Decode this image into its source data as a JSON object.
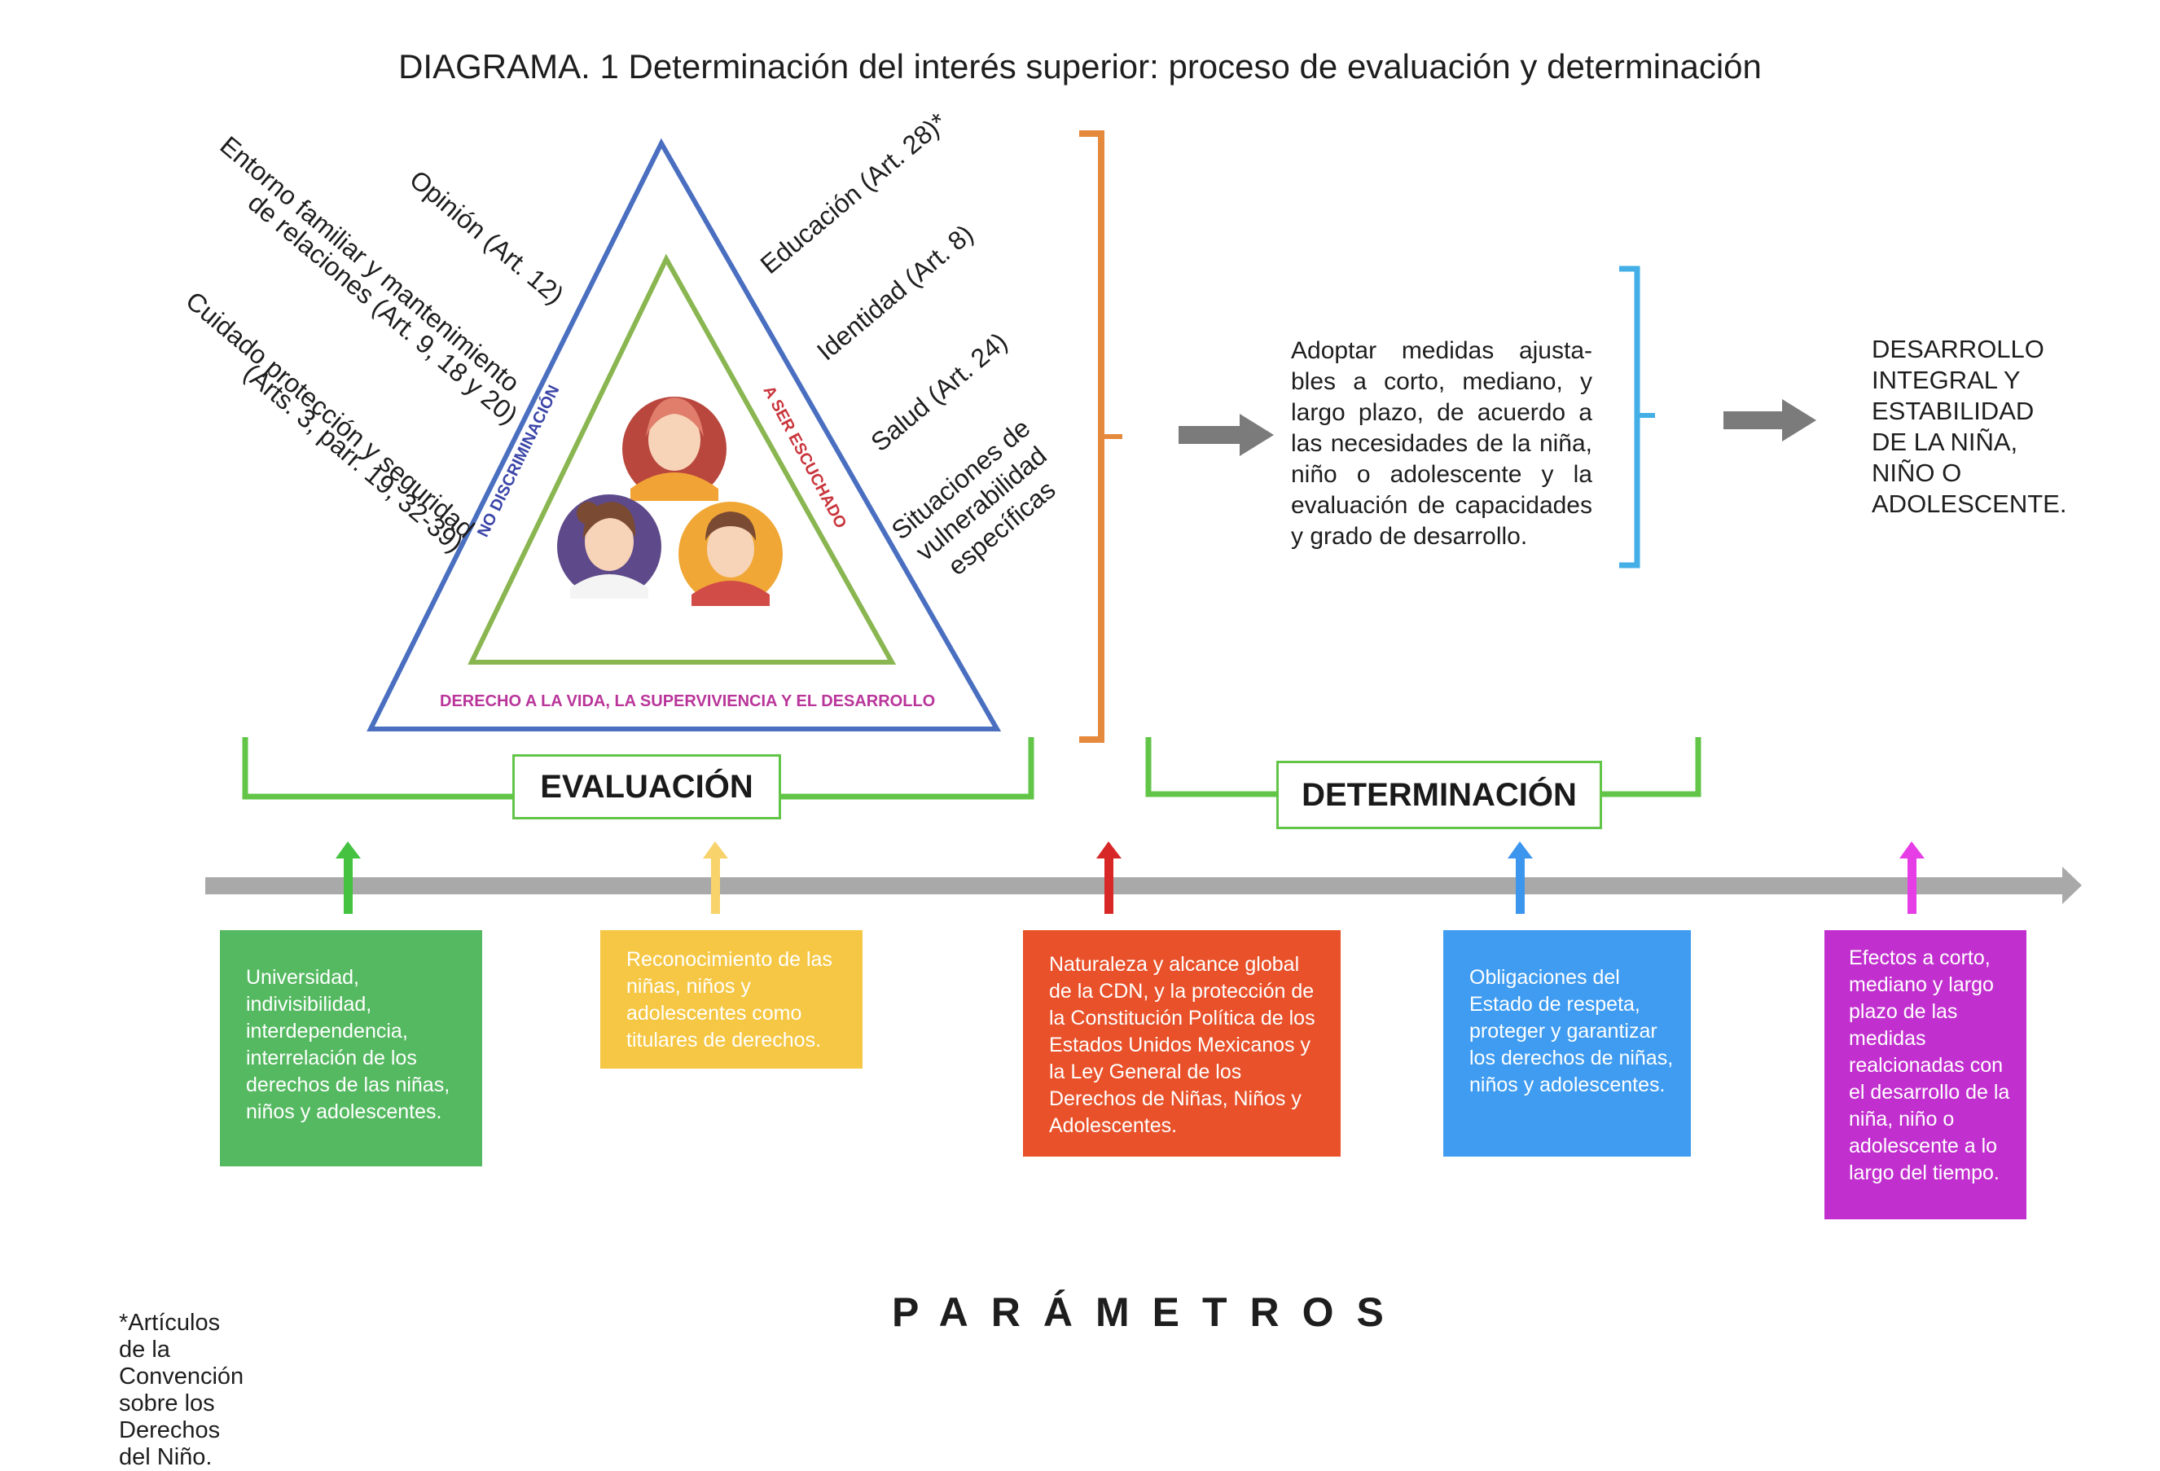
{
  "title": "DIAGRAMA. 1 Determinación del interés superior: proceso de evaluación y determinación",
  "triangle": {
    "left_side": "NO DISCRIMINACIÓN",
    "right_side": "A SER ESCUCHADO",
    "base": "DERECHO A LA VIDA, LA SUPERVIVIENCIA Y EL DESARROLLO"
  },
  "left_elements": {
    "opinion": "Opinión (Art. 12)",
    "entorno_1": "Entorno familiar y mantenimiento",
    "entorno_2": "de relaciones (Art. 9, 18 y 20)",
    "cuidado_1": "Cuidado protección y seguridad",
    "cuidado_2": "(Arts. 3, parr. 19, 32-39)"
  },
  "right_elements": {
    "educacion": "Educación (Art. 28)*",
    "identidad": "Identidad (Art. 8)",
    "salud": "Salud (Art. 24)",
    "situaciones_1": "Situaciones de",
    "situaciones_2": "vulnerabilidad",
    "situaciones_3": "específicas"
  },
  "measures": "Adoptar medidas ajusta-bles a corto, mediano, y largo plazo, de acuerdo a las necesidades de la niña, niño o adolescente y la evaluación de capacidades y grado de desarrollo.",
  "result": "DESARROLLO INTEGRAL Y ESTABILIDAD DE LA NIÑA, NIÑO O ADOLESCENTE.",
  "stages": {
    "evaluacion": "EVALUACIÓN",
    "determinacion": "DETERMINACIÓN"
  },
  "parameters": [
    {
      "text": "Universidad, indivisibilidad, interdependencia, interrelación de los derechos de las niñas, niños y adolescentes.",
      "color": "#55b961"
    },
    {
      "text": "Reconocimiento de las niñas, niños y adolescentes como titulares de derechos.",
      "color": "#f6c744"
    },
    {
      "text": "Naturaleza y alcance global de la CDN, y la protección de la Constitución Política de los Estados Unidos Mexicanos y la Ley General de los Derechos de Niñas, Niños y Adolescentes.",
      "color": "#e8512a"
    },
    {
      "text": "Obligaciones del Estado de respeta, proteger y garantizar los derechos de niñas, niños y adolescentes.",
      "color": "#3f9cf1"
    },
    {
      "text": "Efectos a corto, mediano y largo plazo de las medidas realcionadas con el desarrollo de la niña, niño o adolescente a lo largo del tiempo.",
      "color": "#c22fcf"
    }
  ],
  "footnote": "*Artículos de la Convención sobre los Derechos del Niño.",
  "parametros_title": "PARÁMETROS",
  "colors": {
    "triangle_outer": "#4a6fc0",
    "triangle_inner": "#8ab651",
    "bracket_orange": "#e58a3d",
    "bracket_blue": "#44aee6",
    "bracket_green": "#62c548",
    "timeline": "#a9a9a9",
    "arrow_gray": "#7b7b7b",
    "label_blue": "#3b45a8",
    "label_red": "#c9353c",
    "label_magenta": "#b9359a"
  },
  "icons": [
    "girl-avatar-icon",
    "woman-avatar-icon",
    "boy-avatar-icon"
  ]
}
